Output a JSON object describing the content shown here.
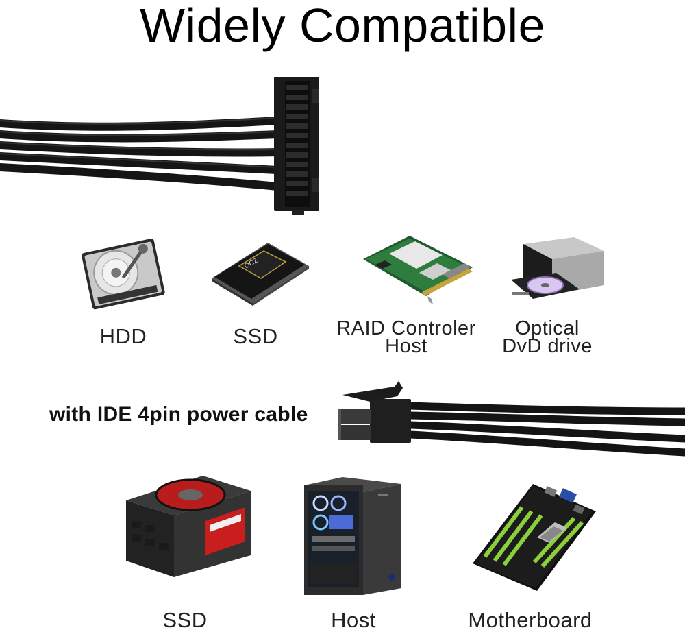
{
  "title": "Widely Compatible",
  "devices_top": [
    {
      "label": "HDD",
      "icon": "hdd-icon"
    },
    {
      "label": "SSD",
      "icon": "ssd-icon"
    },
    {
      "label_lines": [
        "RAID Controler",
        "Host"
      ],
      "icon": "raid-card-icon"
    },
    {
      "label_lines": [
        "Optical",
        "DvD drive"
      ],
      "icon": "optical-drive-icon"
    }
  ],
  "ide_label": "with IDE 4pin power cable",
  "devices_bottom": [
    {
      "label": "SSD",
      "icon": "power-supply-icon"
    },
    {
      "label": "Host",
      "icon": "pc-case-icon"
    },
    {
      "label": "Motherboard",
      "icon": "motherboard-icon"
    }
  ],
  "colors": {
    "cable": "#111111",
    "mobo_green": "#8ccf3a",
    "psu_red": "#c81e1e"
  }
}
